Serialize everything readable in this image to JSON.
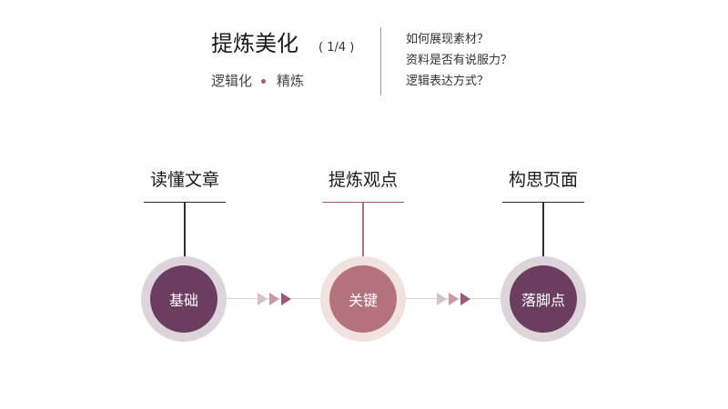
{
  "header": {
    "title": "提炼美化",
    "page_indicator": "( 1/4 )",
    "subtitle_left": "逻辑化",
    "subtitle_right": "精炼",
    "questions": [
      "如何展现素材？",
      "资料是否有说服力？",
      "逻辑表达方式？"
    ]
  },
  "steps": [
    {
      "label": "读懂文章",
      "core": "基础"
    },
    {
      "label": "提炼观点",
      "core": "关键"
    },
    {
      "label": "构思页面",
      "core": "落脚点"
    }
  ],
  "colors": {
    "plum": "#6b3d5f",
    "rose": "#b4727d",
    "ring_plum": "#ddd4dc",
    "ring_rose": "#f1e2df",
    "rule_dark": "#2a2a2a",
    "rule_rose": "#a65a6b",
    "arrow_light": "#d8c2ca",
    "arrow_mid": "#c79aab",
    "arrow_dark": "#9c5a7a",
    "dot": "#a65a6b"
  }
}
